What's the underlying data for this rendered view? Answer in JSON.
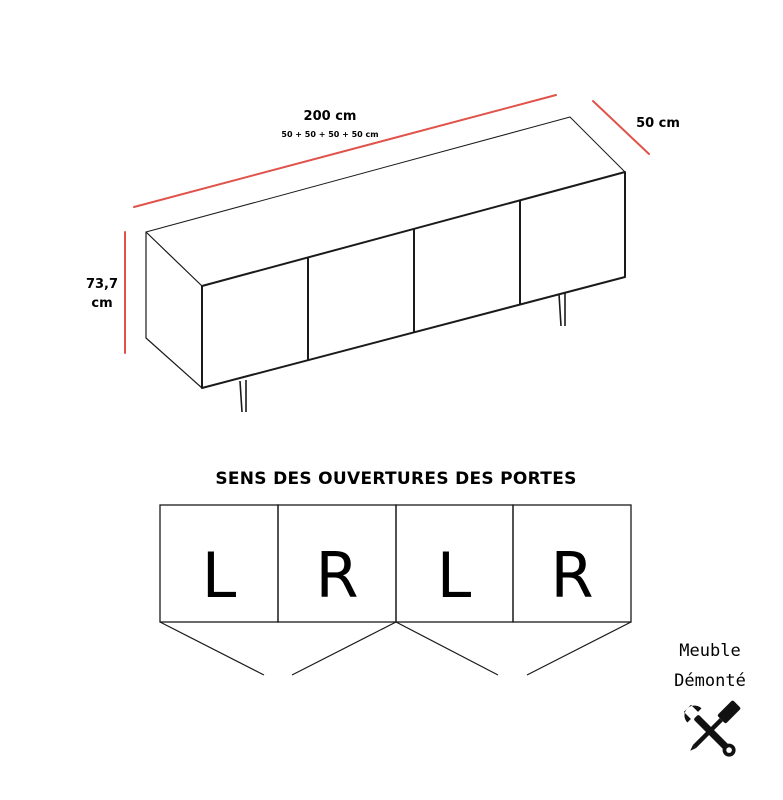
{
  "dimensions": {
    "width": "200 cm",
    "width_breakdown": "50 + 50 + 50 + 50 cm",
    "depth": "50 cm",
    "height_line1": "73,7",
    "height_line2": "cm",
    "dimension_line_color": "#e0524a"
  },
  "door_section": {
    "title": "SENS DES OUVERTURES DES PORTES",
    "doors": [
      "L",
      "R",
      "L",
      "R"
    ]
  },
  "assembly_badge": {
    "line1": "Meuble",
    "line2": "Démonté",
    "icon": "wrench-screwdriver-icon"
  }
}
